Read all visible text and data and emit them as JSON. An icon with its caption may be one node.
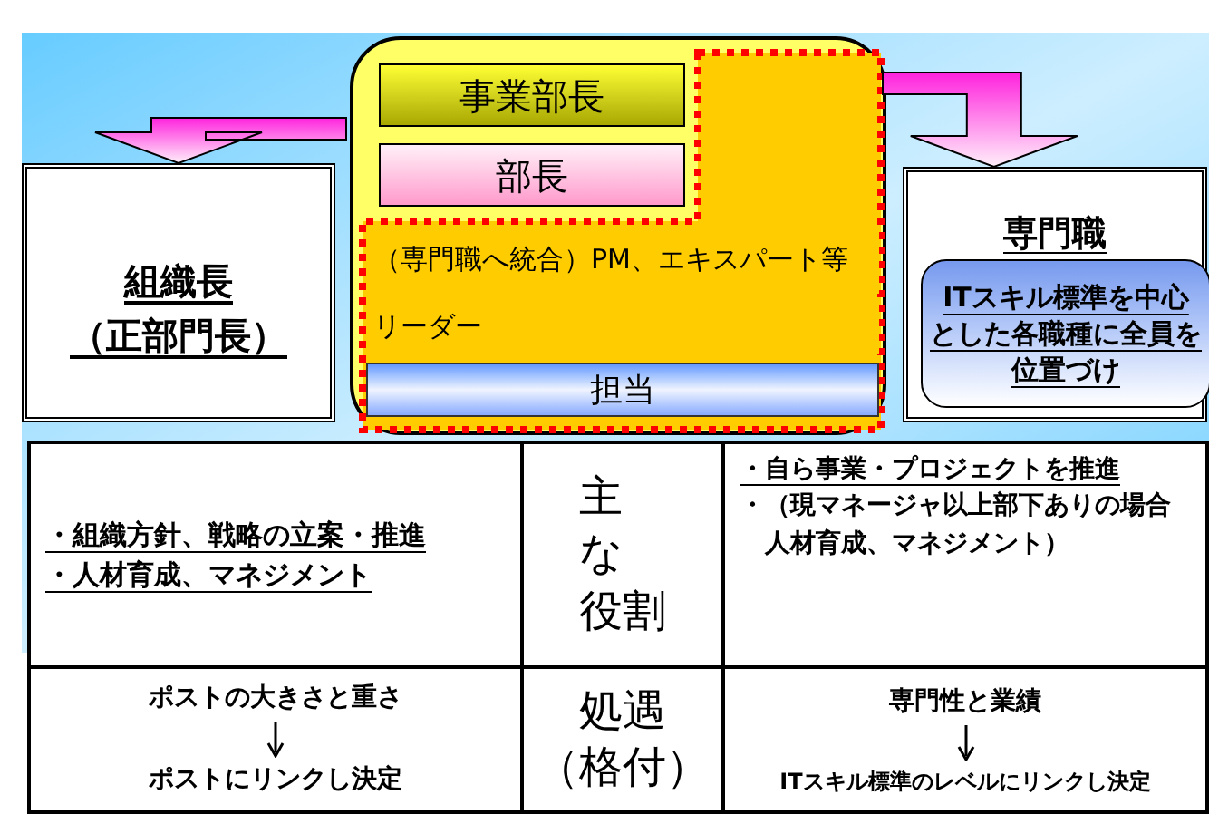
{
  "diagram": {
    "nodes": [
      {
        "text": [],
        "shape": "box"
      },
      {
        "text": [
          "事業部長"
        ],
        "in": 0
      },
      {
        "text": [
          "部長"
        ],
        "in": 0
      },
      {
        "text": [],
        "shape": "box",
        "in": 0
      },
      {
        "text": [
          "（専門職へ統合）PM、エキスパート等"
        ],
        "in": 3
      },
      {
        "text": [
          "リーダー"
        ],
        "in": 3
      },
      {
        "text": [
          "担当"
        ],
        "in": 3
      },
      {
        "text": [
          "組織長",
          "（正部門長）"
        ]
      },
      {
        "text": [
          "専門職"
        ]
      },
      {
        "text": [
          "ITスキル標準を中心とした各職種に全員を位置づけ"
        ],
        "in": 8
      }
    ],
    "edges": [
      {
        "from": 0,
        "to": 7,
        "arrow": "to"
      },
      {
        "from": 3,
        "to": 8,
        "arrow": "to"
      }
    ],
    "labels": [
      "・組織方針、戦略の立案・推進",
      "・人材育成、マネジメント",
      "主な役割",
      "・自ら事業・プロジェクトを推進",
      "・（現マネージャ以上部下ありの場合人材育成、マネジメント）",
      "ポストの大きさと重さ",
      "ポストにリンクし決定",
      "処遇",
      "（格付）",
      "専門性と業績",
      "ITスキル標準のレベルにリンクし決定"
    ]
  }
}
